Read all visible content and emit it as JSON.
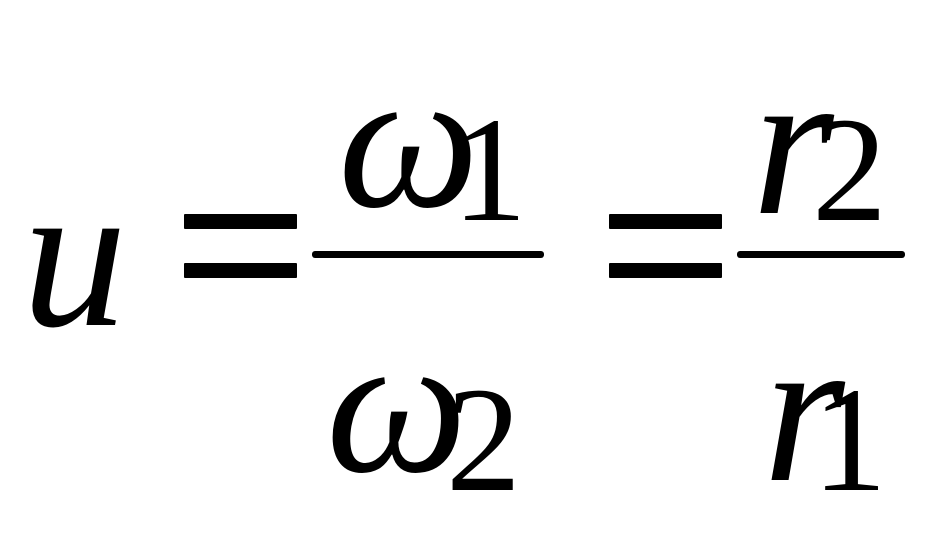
{
  "formula": {
    "lhs_symbol": "u",
    "fraction_1": {
      "numerator_symbol": "ω",
      "numerator_subscript": "1",
      "denominator_symbol": "ω",
      "denominator_subscript": "2"
    },
    "fraction_2": {
      "numerator_symbol": "r",
      "numerator_subscript": "2",
      "denominator_symbol": "r",
      "denominator_subscript": "1"
    }
  }
}
